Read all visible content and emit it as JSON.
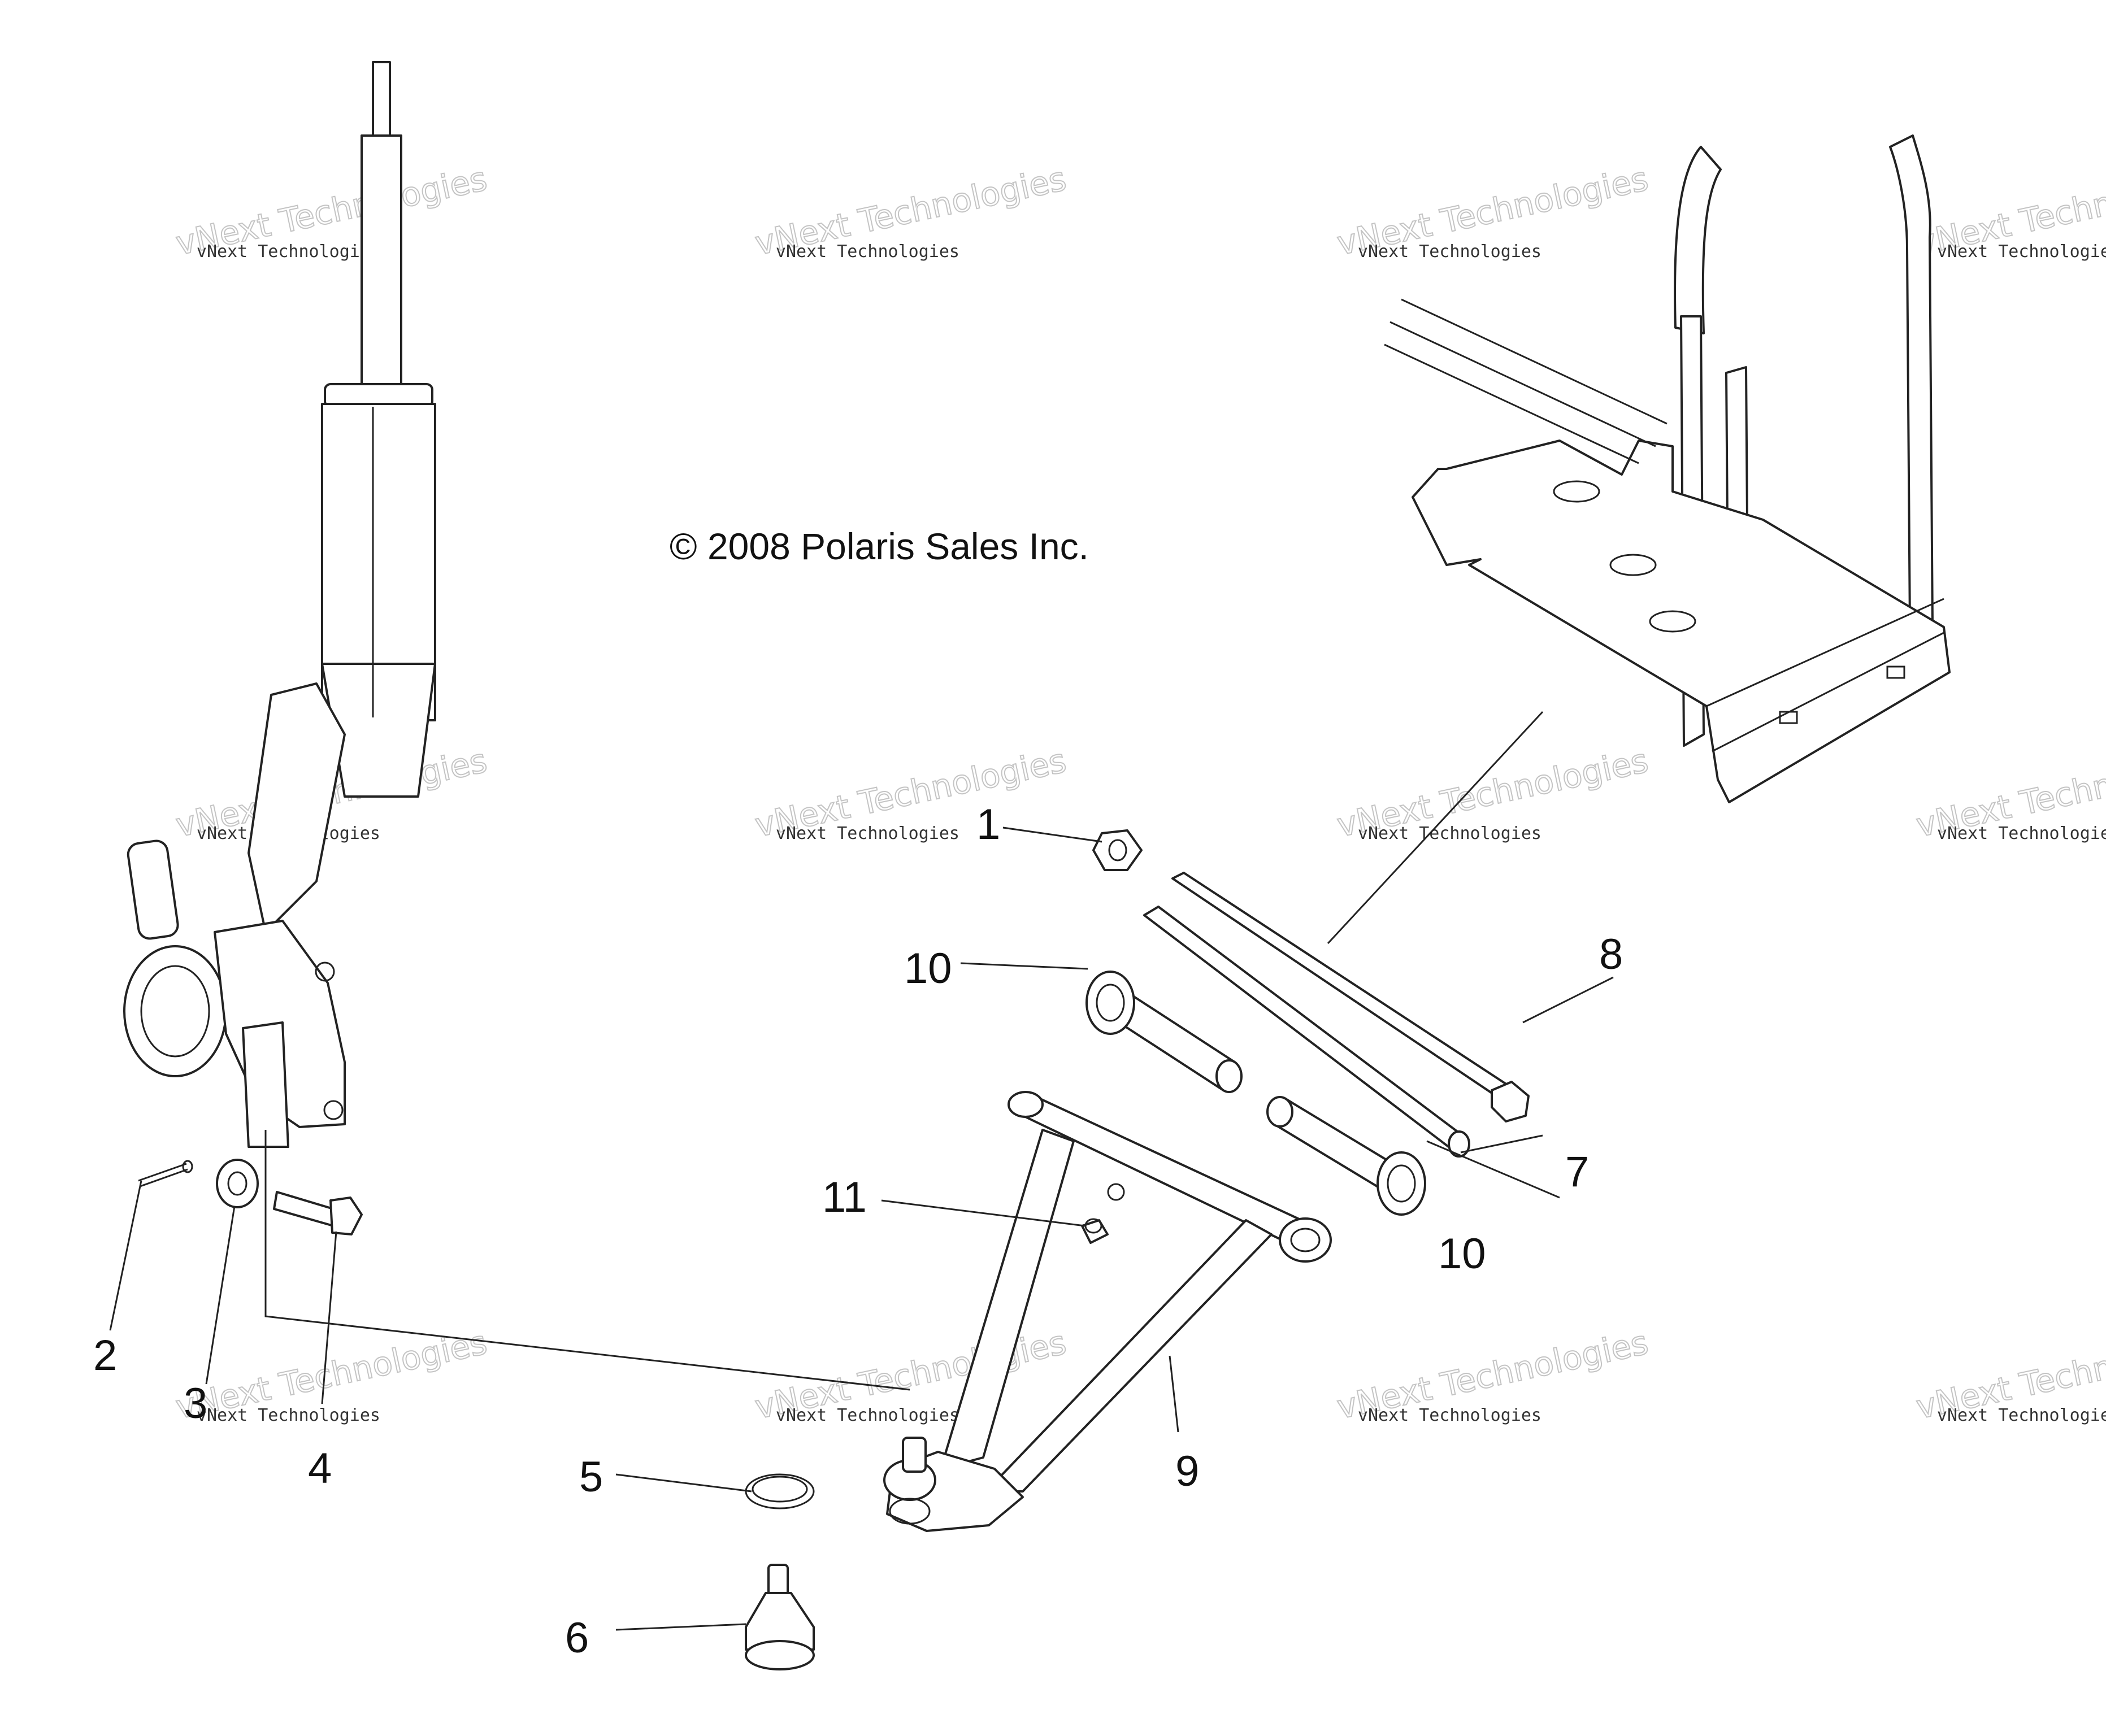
{
  "copyright": "© 2008 Polaris Sales Inc.",
  "watermark": {
    "line1": "vNext Technologies",
    "line2": "vNext Technologies"
  },
  "callouts": [
    {
      "id": "1",
      "label": "1"
    },
    {
      "id": "2",
      "label": "2"
    },
    {
      "id": "3",
      "label": "3"
    },
    {
      "id": "4",
      "label": "4"
    },
    {
      "id": "5",
      "label": "5"
    },
    {
      "id": "6",
      "label": "6"
    },
    {
      "id": "7",
      "label": "7"
    },
    {
      "id": "8",
      "label": "8"
    },
    {
      "id": "9",
      "label": "9"
    },
    {
      "id": "10a",
      "label": "10"
    },
    {
      "id": "10b",
      "label": "10"
    },
    {
      "id": "11",
      "label": "11"
    }
  ],
  "colors": {
    "line": "#222222",
    "background": "#ffffff",
    "watermark": "#c4c4c4"
  }
}
